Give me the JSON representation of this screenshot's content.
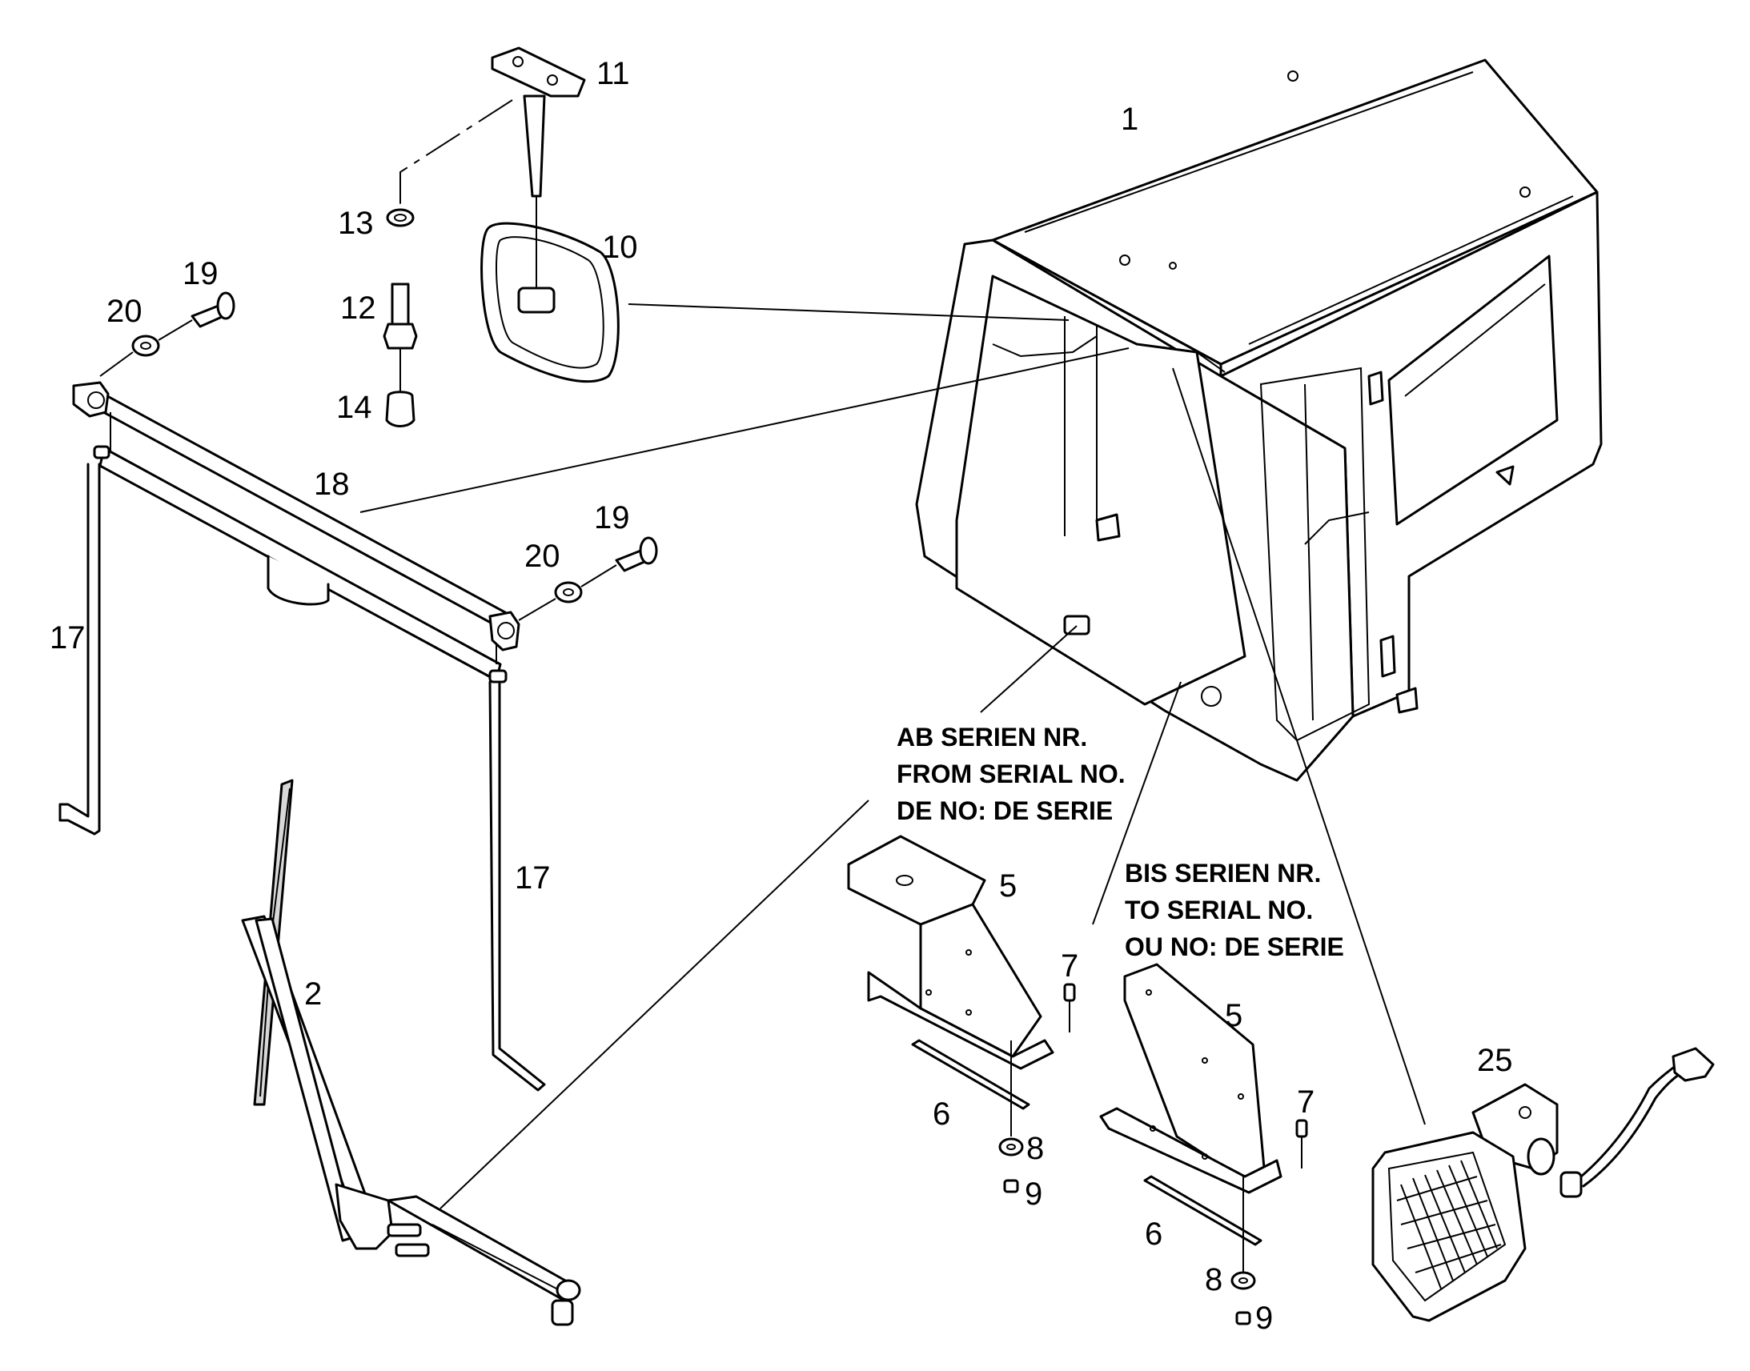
{
  "labels": {
    "cab": "1",
    "wiper": "2",
    "bracket_a": "5",
    "bracket_b": "5",
    "strip_a": "6",
    "strip_b": "6",
    "screw_a": "7",
    "screw_b": "7",
    "washer8_a": "8",
    "washer8_b": "8",
    "nut_a": "9",
    "nut_b": "9",
    "mirror": "10",
    "mirror_mount": "11",
    "bolt": "12",
    "washer13": "13",
    "cap": "14",
    "rod_left": "17",
    "rod_right": "17",
    "sunshade": "18",
    "bolt19_top": "19",
    "bolt19_right": "19",
    "washer20_top": "20",
    "washer20_right": "20",
    "work_lamp": "25"
  },
  "notes": {
    "from_serial": [
      "AB SERIEN NR.",
      "FROM SERIAL NO.",
      "DE NO: DE SERIE"
    ],
    "to_serial": [
      "BIS SERIEN NR.",
      "TO SERIAL NO.",
      "OU NO: DE SERIE"
    ]
  }
}
